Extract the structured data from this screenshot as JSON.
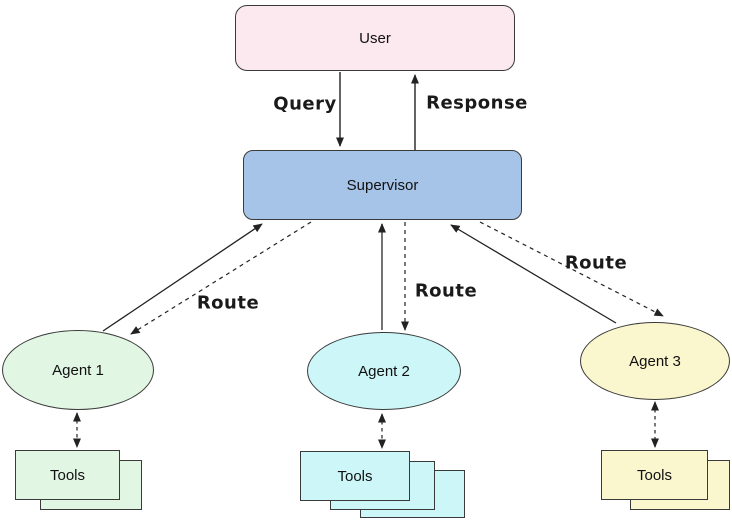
{
  "diagram": {
    "title": "supervisor-multi-agent-architecture",
    "nodes": {
      "user": {
        "label": "User",
        "fill": "#fce8ef"
      },
      "supervisor": {
        "label": "Supervisor",
        "fill": "#a6c3e8"
      },
      "agent1": {
        "label": "Agent 1",
        "fill": "#e2f6e4"
      },
      "agent2": {
        "label": "Agent 2",
        "fill": "#ccf6f7"
      },
      "agent3": {
        "label": "Agent 3",
        "fill": "#faf6cd"
      },
      "tools1": {
        "label": "Tools",
        "fill": "#e2f6e4"
      },
      "tools2": {
        "label": "Tools",
        "fill": "#ccf6f7"
      },
      "tools3": {
        "label": "Tools",
        "fill": "#faf6cd"
      }
    },
    "edge_labels": {
      "query": "Query",
      "response": "Response",
      "route1": "Route",
      "route2": "Route",
      "route3": "Route"
    },
    "colors": {
      "line": "#222222",
      "border": "#3a3a3a",
      "background": "#ffffff"
    }
  }
}
